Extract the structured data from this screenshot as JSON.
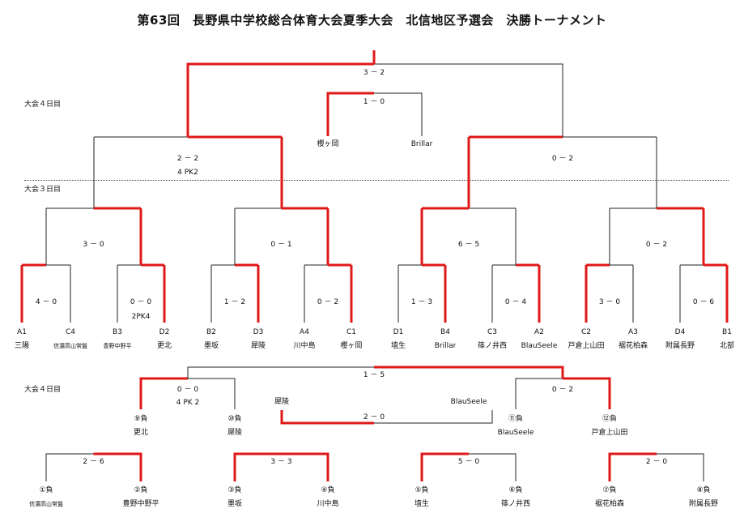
{
  "title": "第63回　長野県中学校総合体育大会夏季大会　北信地区予選会　決勝トーナメント",
  "day_labels": [
    "大会４日目",
    "大会３日目",
    "大会４日目"
  ],
  "colors": {
    "winner": "#e01818",
    "line": "#222222",
    "text": "#111111"
  },
  "main_bracket": {
    "teams": [
      {
        "seed": "A1",
        "name": "三陽"
      },
      {
        "seed": "C4",
        "name": "信濃高山常盤"
      },
      {
        "seed": "B3",
        "name": "豊野中野平"
      },
      {
        "seed": "D2",
        "name": "更北"
      },
      {
        "seed": "B2",
        "name": "墨坂"
      },
      {
        "seed": "D3",
        "name": "犀陵"
      },
      {
        "seed": "A4",
        "name": "川中島"
      },
      {
        "seed": "C1",
        "name": "櫻ヶ岡"
      },
      {
        "seed": "D1",
        "name": "埴生"
      },
      {
        "seed": "B4",
        "name": "Brillar"
      },
      {
        "seed": "C3",
        "name": "篠ノ井西"
      },
      {
        "seed": "A2",
        "name": "BlauSeele"
      },
      {
        "seed": "C2",
        "name": "戸倉上山田"
      },
      {
        "seed": "A3",
        "name": "裾花柏森"
      },
      {
        "seed": "D4",
        "name": "附属長野"
      },
      {
        "seed": "B1",
        "name": "北部"
      }
    ],
    "round1_scores": [
      "4 － 0",
      "0 － 0",
      "1 － 2",
      "0 － 2",
      "1 － 3",
      "0 － 4",
      "3 － 0",
      "0 － 6"
    ],
    "round1_pk": [
      "",
      "2PK4",
      "",
      "",
      "",
      "",
      "",
      ""
    ],
    "round2_scores": [
      "3 － 0",
      "0 － 1",
      "6 － 5",
      "0 － 2"
    ],
    "semi_scores": [
      "2 － 2",
      "0 － 2"
    ],
    "semi_pk": [
      "4 PK2",
      ""
    ],
    "final_score": "3 － 2",
    "third_place": {
      "teams": [
        "櫻ヶ岡",
        "Brillar"
      ],
      "score": "1 － 0"
    }
  },
  "placement_bracket": {
    "slots": [
      {
        "label": "⑨負",
        "name": "更北"
      },
      {
        "label": "⑩負",
        "name": "犀陵"
      },
      {
        "label": "⑪負",
        "name": "BlauSeele"
      },
      {
        "label": "⑫負",
        "name": "戸倉上山田"
      }
    ],
    "scores": [
      "0 － 0",
      "0 － 2"
    ],
    "pk": [
      "4 PK 2",
      ""
    ],
    "final_score": "1 － 5",
    "cross_teams": [
      "犀陵",
      "BlauSeele"
    ],
    "cross_score": "2 － 0"
  },
  "bottom_matches": [
    {
      "score": "2 － 6",
      "left": {
        "label": "①負",
        "name": "信濃高山常盤"
      },
      "right": {
        "label": "②負",
        "name": "豊野中野平"
      }
    },
    {
      "score": "3 － 3",
      "left": {
        "label": "③負",
        "name": "墨坂"
      },
      "right": {
        "label": "④負",
        "name": "川中島"
      }
    },
    {
      "score": "5 － 0",
      "left": {
        "label": "⑤負",
        "name": "埴生"
      },
      "right": {
        "label": "⑥負",
        "name": "篠ノ井西"
      }
    },
    {
      "score": "2 － 0",
      "left": {
        "label": "⑦負",
        "name": "裾花柏森"
      },
      "right": {
        "label": "⑧負",
        "name": "附属長野"
      }
    }
  ]
}
